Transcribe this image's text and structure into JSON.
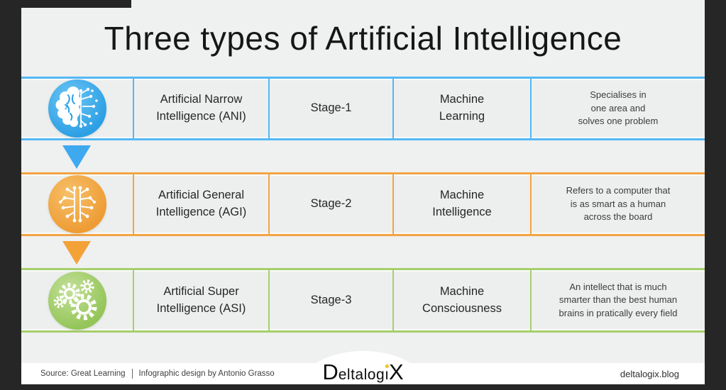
{
  "title": "Three types of Artificial Intelligence",
  "frame_color": "#262626",
  "background_color": "#eff0f0",
  "rows": [
    {
      "name": "Artificial Narrow Intelligence (ANI)",
      "stage": "Stage-1",
      "type": "Machine Learning",
      "desc_lines": [
        "Specialises in",
        "one area and",
        "solves one problem"
      ],
      "accent": "#54b8f4",
      "icon": "brain-circuit-icon",
      "icon_main": "#2d9fe4",
      "icon_light": "#6cc6f5"
    },
    {
      "name": "Artificial General Intelligence (AGI)",
      "stage": "Stage-2",
      "type": "Machine Intelligence",
      "desc_lines": [
        "Refers to a computer that",
        "is as smart as a human",
        "across the board"
      ],
      "accent": "#f2a444",
      "icon": "circuit-brain-icon",
      "icon_main": "#ee9c34",
      "icon_light": "#f7c06a"
    },
    {
      "name": "Artificial Super Intelligence (ASI)",
      "stage": "Stage-3",
      "type": "Machine Consciousness",
      "desc_lines": [
        "An intellect that is much",
        "smarter than the best human",
        "brains in pratically every field"
      ],
      "accent": "#a5cf6c",
      "icon": "gears-icon",
      "icon_main": "#94c558",
      "icon_light": "#c3e09a"
    }
  ],
  "arrows": [
    {
      "color": "#3fa9f0",
      "direction": "down"
    },
    {
      "color": "#f3a238",
      "direction": "down"
    }
  ],
  "footer": {
    "source": "Source: Great Learning",
    "divider": "",
    "credit": "Infographic design by Antonio Grasso",
    "site": "deltalogix.blog",
    "logo": {
      "name": "DeltalogiX",
      "p1": "D",
      "p2": "eltalog",
      "p3": "ı",
      "p4": "X",
      "dot_color": "#f2c41c"
    }
  }
}
